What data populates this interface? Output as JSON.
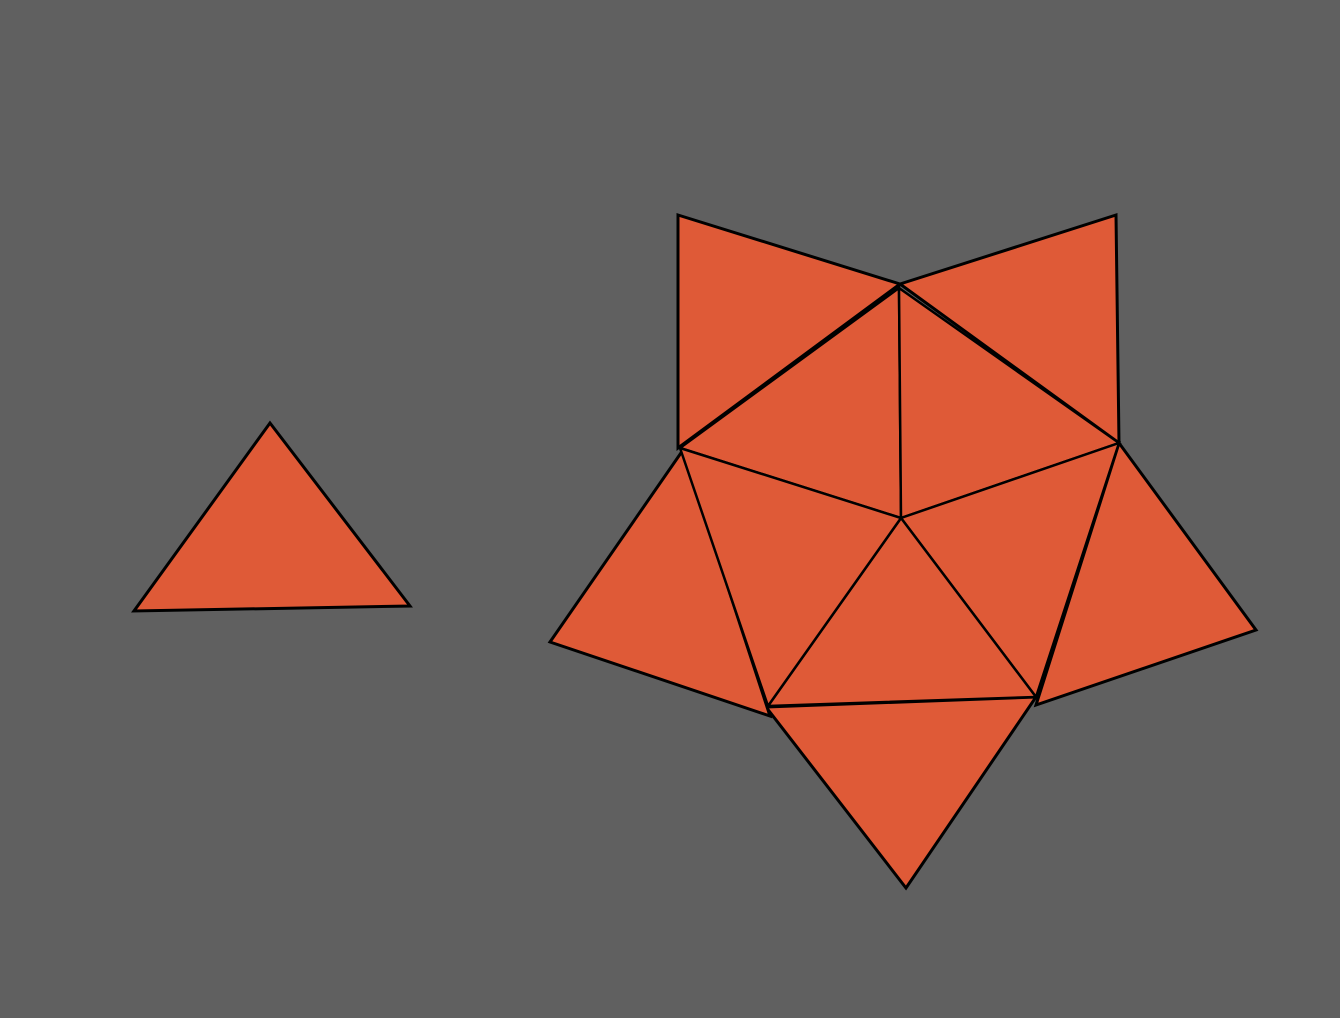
{
  "colors": {
    "background": "#606060",
    "face_fill": "#df5a37",
    "edge_stroke": "#000000"
  },
  "shapes": {
    "single_triangle": {
      "kind": "equilateral-triangle"
    },
    "net": {
      "kind": "pentagonal-star-net",
      "face_count": 10,
      "faces": [
        "top-left-outer",
        "top-right-outer",
        "right-outer",
        "bottom-outer",
        "left-outer",
        "inner-upper-left",
        "inner-upper-right",
        "inner-right",
        "inner-bottom",
        "inner-left"
      ]
    }
  }
}
